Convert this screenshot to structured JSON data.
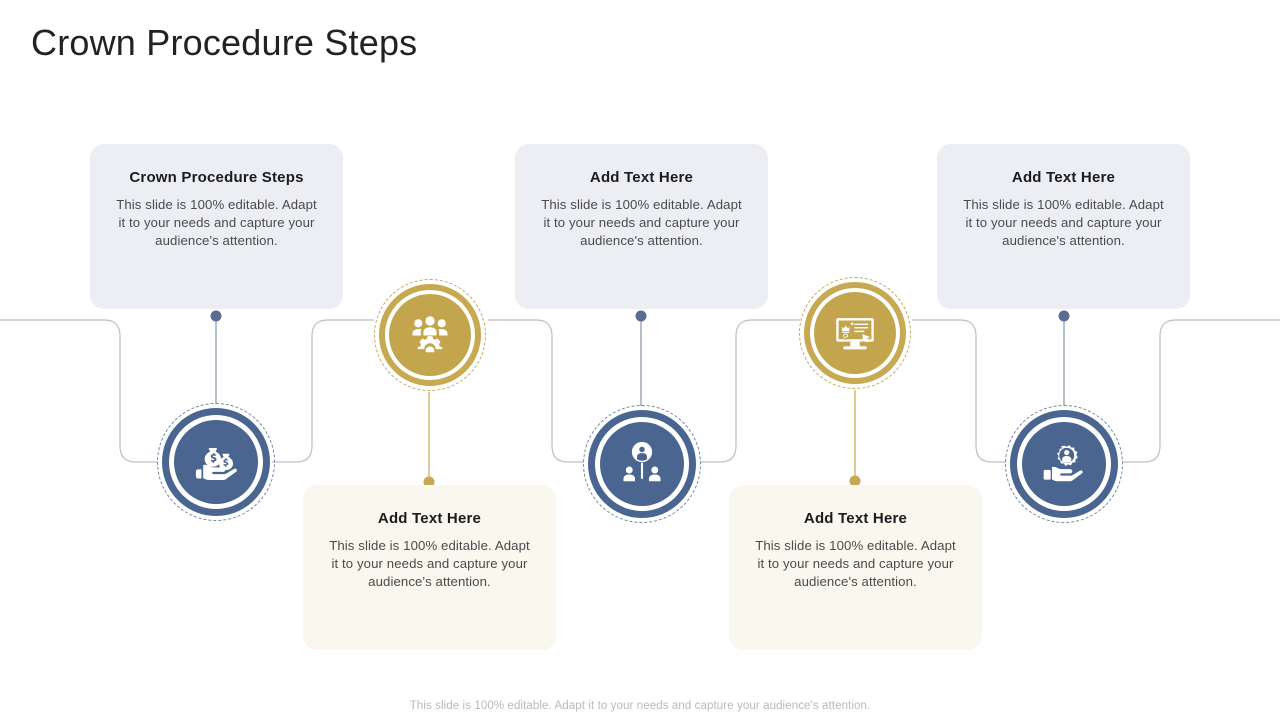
{
  "slide": {
    "title": "Crown Procedure Steps",
    "footer_note": "This slide is 100% editable. Adapt it to your needs and capture your audience's attention.",
    "colors": {
      "blue": "#4a6690",
      "gold": "#c6a951",
      "card_blue_bg": "#eceef4",
      "card_cream_bg": "#faf7ee",
      "title_text": "#222222",
      "body_text": "#4b4b4b",
      "connector_line": "#b9bcc4"
    }
  },
  "body_text_default": "This slide is 100% editable. Adapt it to your needs and capture your audience's attention.",
  "cards": [
    {
      "id": "card-1",
      "position": "top",
      "style": "blue",
      "title": "Crown Procedure Steps",
      "body": "This slide is 100% editable. Adapt it to your needs and capture your audience's attention."
    },
    {
      "id": "card-2",
      "position": "bottom",
      "style": "cream",
      "title": "Add Text Here",
      "body": "This slide is 100% editable. Adapt it to your needs and capture your audience's attention."
    },
    {
      "id": "card-3",
      "position": "top",
      "style": "blue",
      "title": "Add Text Here",
      "body": "This slide is 100% editable. Adapt it to your needs and capture your audience's attention."
    },
    {
      "id": "card-4",
      "position": "bottom",
      "style": "cream",
      "title": "Add Text Here",
      "body": "This slide is 100% editable. Adapt it to your needs and capture your audience's attention."
    },
    {
      "id": "card-5",
      "position": "top",
      "style": "blue",
      "title": "Add Text Here",
      "body": "This slide is 100% editable. Adapt it to your needs and capture your audience's attention."
    }
  ],
  "nodes": [
    {
      "id": "node-1",
      "icon": "money-bags-in-hand-icon",
      "style": "blue",
      "row": "lower"
    },
    {
      "id": "node-2",
      "icon": "team-gear-icon",
      "style": "gold",
      "row": "upper"
    },
    {
      "id": "node-3",
      "icon": "org-hierarchy-icon",
      "style": "blue",
      "row": "lower"
    },
    {
      "id": "node-4",
      "icon": "crown-certificate-monitor-icon",
      "style": "gold",
      "row": "upper"
    },
    {
      "id": "node-5",
      "icon": "hand-gear-user-icon",
      "style": "blue",
      "row": "lower"
    }
  ]
}
